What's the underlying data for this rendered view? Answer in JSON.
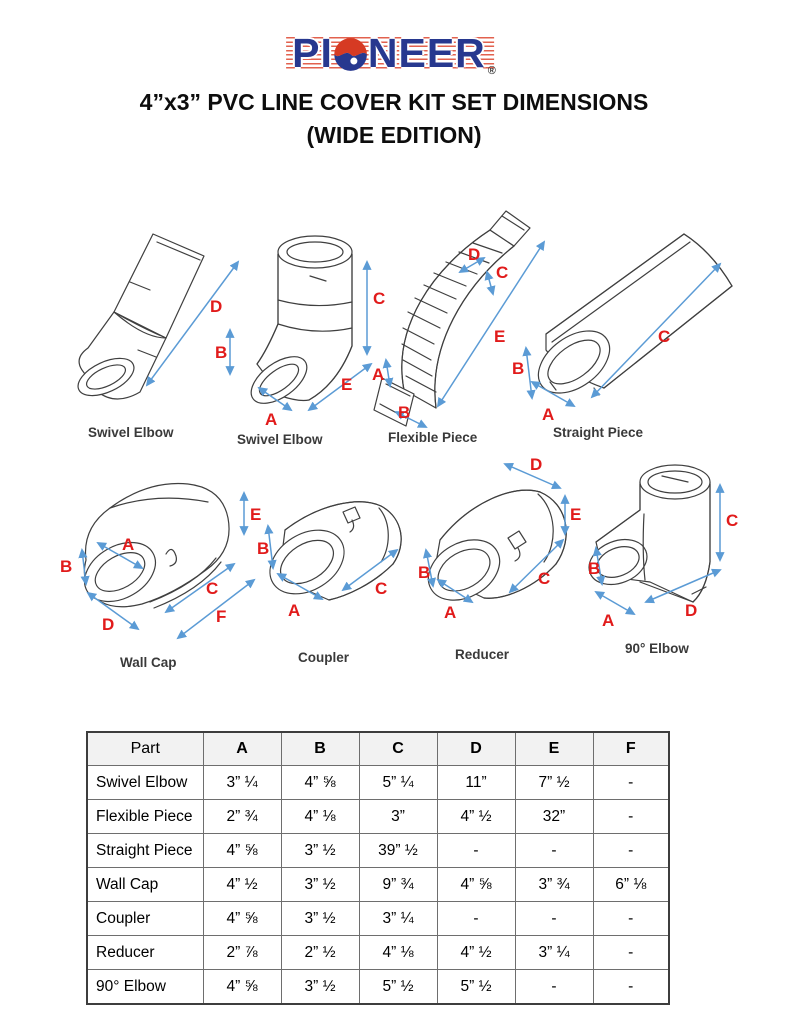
{
  "logo": {
    "pre": "PI",
    "post": "NEER",
    "registered": "®"
  },
  "title": {
    "line1": "4”x3” PVC LINE COVER KIT SET DIMENSIONS",
    "line2": "(WIDE EDITION)"
  },
  "colors": {
    "label_red": "#e11b1b",
    "arrow_blue": "#5b9bd5",
    "logo_blue": "#27388f",
    "logo_stripe_red": "#e2614e",
    "table_header_bg": "#f2f2f2"
  },
  "diagrams": [
    {
      "caption": "Swivel Elbow",
      "labels": [
        "D"
      ]
    },
    {
      "caption": "Swivel Elbow",
      "labels": [
        "C",
        "B",
        "A",
        "E"
      ]
    },
    {
      "caption": "Flexible Piece",
      "labels": [
        "D",
        "C",
        "E",
        "A",
        "B"
      ]
    },
    {
      "caption": "Straight Piece",
      "labels": [
        "B",
        "A",
        "C"
      ]
    },
    {
      "caption": "Wall Cap",
      "labels": [
        "E",
        "B",
        "A",
        "D",
        "C",
        "F"
      ]
    },
    {
      "caption": "Coupler",
      "labels": [
        "B",
        "A",
        "C"
      ]
    },
    {
      "caption": "Reducer",
      "labels": [
        "D",
        "E",
        "C",
        "B",
        "A"
      ]
    },
    {
      "caption": "90° Elbow",
      "labels": [
        "C",
        "B",
        "A",
        "D"
      ]
    }
  ],
  "table": {
    "headers": [
      "Part",
      "A",
      "B",
      "C",
      "D",
      "E",
      "F"
    ],
    "rows": [
      {
        "part": "Swivel Elbow",
        "cells": [
          "3” ¼",
          "4” ⅝",
          "5” ¼",
          "11”",
          "7” ½",
          "-"
        ]
      },
      {
        "part": "Flexible Piece",
        "cells": [
          "2” ¾",
          "4” ⅛",
          "3”",
          "4” ½",
          "32”",
          "-"
        ]
      },
      {
        "part": "Straight Piece",
        "cells": [
          "4” ⅝",
          "3” ½",
          "39” ½",
          "-",
          "-",
          "-"
        ]
      },
      {
        "part": "Wall Cap",
        "cells": [
          "4” ½",
          "3” ½",
          "9” ¾",
          "4” ⅝",
          "3” ¾",
          "6” ⅛"
        ]
      },
      {
        "part": "Coupler",
        "cells": [
          "4” ⅝",
          "3” ½",
          "3” ¼",
          "-",
          "-",
          "-"
        ]
      },
      {
        "part": "Reducer",
        "cells": [
          "2” ⅞",
          "2” ½",
          "4” ⅛",
          "4” ½",
          "3” ¼",
          "-"
        ]
      },
      {
        "part": "90° Elbow",
        "cells": [
          "4” ⅝",
          "3” ½",
          "5” ½",
          "5” ½",
          "-",
          "-"
        ]
      }
    ]
  }
}
